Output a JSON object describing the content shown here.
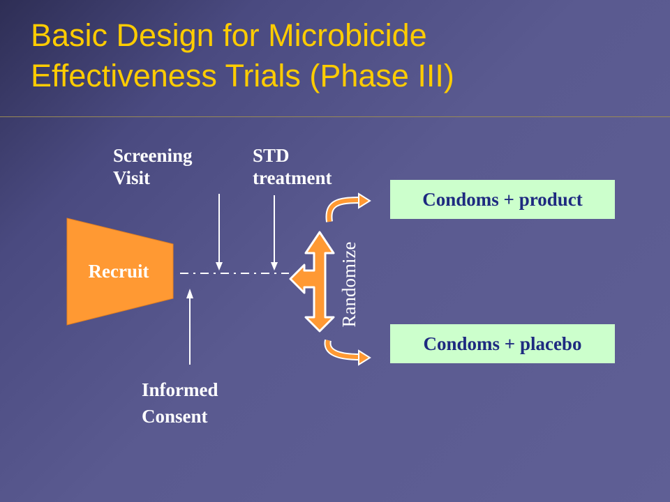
{
  "title": {
    "line1": "Basic Design for Microbicide",
    "line2": "Effectiveness Trials (Phase III)"
  },
  "labels": {
    "screening": [
      "Screening",
      "Visit"
    ],
    "std": [
      "STD",
      "treatment"
    ],
    "consent": [
      "Informed",
      "Consent"
    ],
    "recruit": "Recruit",
    "randomize": "Randomize"
  },
  "arms": {
    "product": "Condoms + product",
    "placebo": "Condoms + placebo"
  },
  "colors": {
    "title": "#ffcc00",
    "shape_fill": "#ff9933",
    "arm_fill": "#ccffcc",
    "arm_text": "#1e2a80",
    "background": "#5f5f95"
  }
}
